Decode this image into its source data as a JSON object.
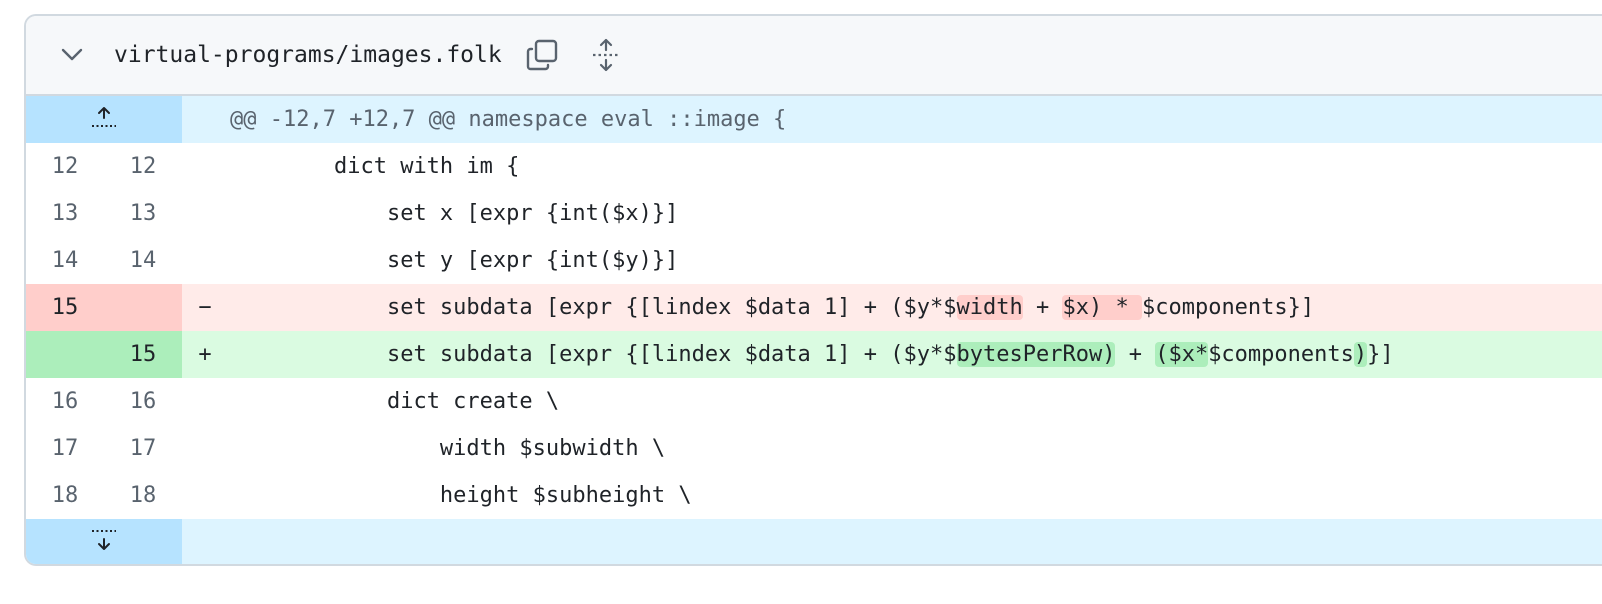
{
  "file": {
    "path": "virtual-programs/images.folk",
    "icons": {
      "collapse": "chevron-down-icon",
      "copy": "copy-icon",
      "expand": "unfold-icon"
    }
  },
  "hunk_header": "@@ -12,7 +12,7 @@ namespace eval ::image {",
  "lines": [
    {
      "type": "context",
      "old": "12",
      "new": "12",
      "sign": "",
      "indent": "        ",
      "text": "dict with im {"
    },
    {
      "type": "context",
      "old": "13",
      "new": "13",
      "sign": "",
      "indent": "            ",
      "text": "set x [expr {int($x)}]"
    },
    {
      "type": "context",
      "old": "14",
      "new": "14",
      "sign": "",
      "indent": "            ",
      "text": "set y [expr {int($y)}]"
    },
    {
      "type": "deletion",
      "old": "15",
      "new": "",
      "sign": "−",
      "indent": "            ",
      "segments": [
        {
          "t": "set subdata [expr {[lindex $data 1] + ($y*$",
          "hl": false
        },
        {
          "t": "width",
          "hl": true
        },
        {
          "t": " + ",
          "hl": false
        },
        {
          "t": "$x) * ",
          "hl": true
        },
        {
          "t": "$components}]",
          "hl": false
        }
      ]
    },
    {
      "type": "addition",
      "old": "",
      "new": "15",
      "sign": "+",
      "indent": "            ",
      "segments": [
        {
          "t": "set subdata [expr {[lindex $data 1] + ($y*$",
          "hl": false
        },
        {
          "t": "bytesPerRow)",
          "hl": true
        },
        {
          "t": " + ",
          "hl": false
        },
        {
          "t": "($x*",
          "hl": true
        },
        {
          "t": "$components",
          "hl": false
        },
        {
          "t": ")",
          "hl": true
        },
        {
          "t": "}]",
          "hl": false
        }
      ]
    },
    {
      "type": "context",
      "old": "16",
      "new": "16",
      "sign": "",
      "indent": "            ",
      "text": "dict create \\"
    },
    {
      "type": "context",
      "old": "17",
      "new": "17",
      "sign": "",
      "indent": "                ",
      "text": "width $subwidth \\"
    },
    {
      "type": "context",
      "old": "18",
      "new": "18",
      "sign": "",
      "indent": "                ",
      "text": "height $subheight \\"
    }
  ],
  "colors": {
    "hunk_bg": "#ddf4ff",
    "hunk_gutter": "#b6e3ff",
    "deletion_bg": "#ffebe9",
    "deletion_highlight": "#ffcecb",
    "addition_bg": "#dafbe1",
    "addition_highlight": "#aceebb"
  }
}
